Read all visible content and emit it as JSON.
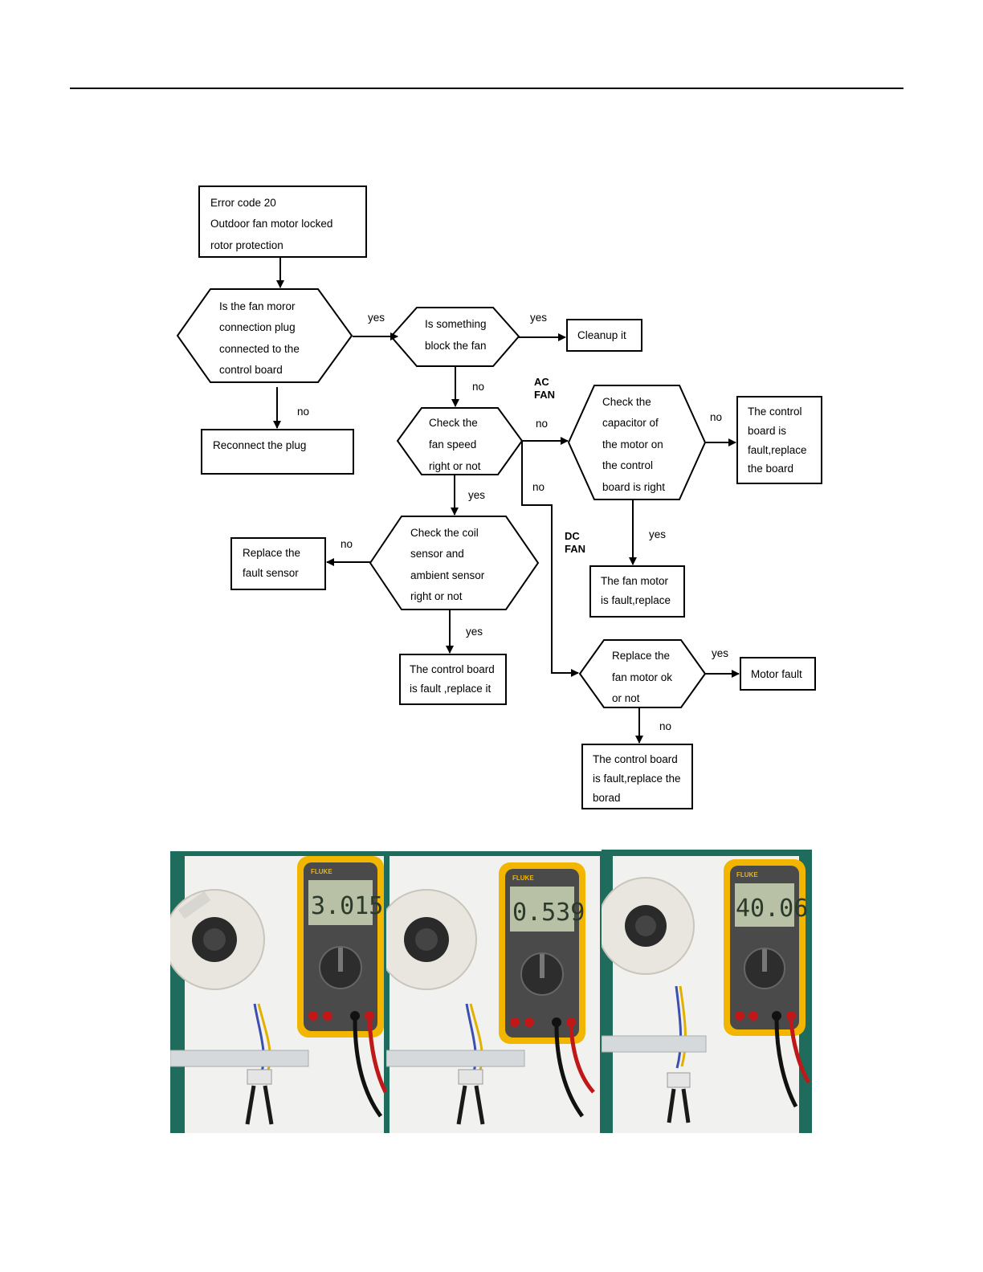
{
  "flowchart": {
    "start": [
      "Error code 20",
      "Outdoor fan motor locked",
      "rotor protection"
    ],
    "q_plug": [
      "Is the fan moror",
      "connection plug",
      "connected to the",
      "control board"
    ],
    "q_block": [
      "Is something",
      "block the fan"
    ],
    "cleanup": [
      "Cleanup it"
    ],
    "reconnect": [
      "Reconnect the plug"
    ],
    "q_speed": [
      "Check the",
      "fan speed",
      "right or not"
    ],
    "q_capacitor": [
      "Check the",
      "capacitor of",
      "the motor on",
      "the control",
      "board is right"
    ],
    "board_fault_1": [
      "The control",
      "board is",
      "fault,replace",
      "the board"
    ],
    "q_sensor": [
      "Check the coil",
      "sensor and",
      "ambient sensor",
      "right or not"
    ],
    "replace_sensor": [
      "Replace the",
      "fault sensor"
    ],
    "fan_motor_fault": [
      "The fan motor",
      "is fault,replace"
    ],
    "board_fault_2": [
      "The control board",
      "is fault ,replace it"
    ],
    "q_replace_motor": [
      "Replace the",
      "fan motor ok",
      "or not"
    ],
    "motor_fault": [
      "Motor fault"
    ],
    "board_fault_3": [
      "The control board",
      "is fault,replace the",
      "borad"
    ],
    "labels": {
      "yes": "yes",
      "no": "no",
      "ac_fan": [
        "AC",
        "FAN"
      ],
      "dc_fan": [
        "DC",
        "FAN"
      ]
    }
  },
  "photos": [
    {
      "brand": "FLUKE",
      "reading": "3.015"
    },
    {
      "brand": "FLUKE",
      "reading": "0.539"
    },
    {
      "brand": "FLUKE",
      "reading": "40.06"
    }
  ]
}
